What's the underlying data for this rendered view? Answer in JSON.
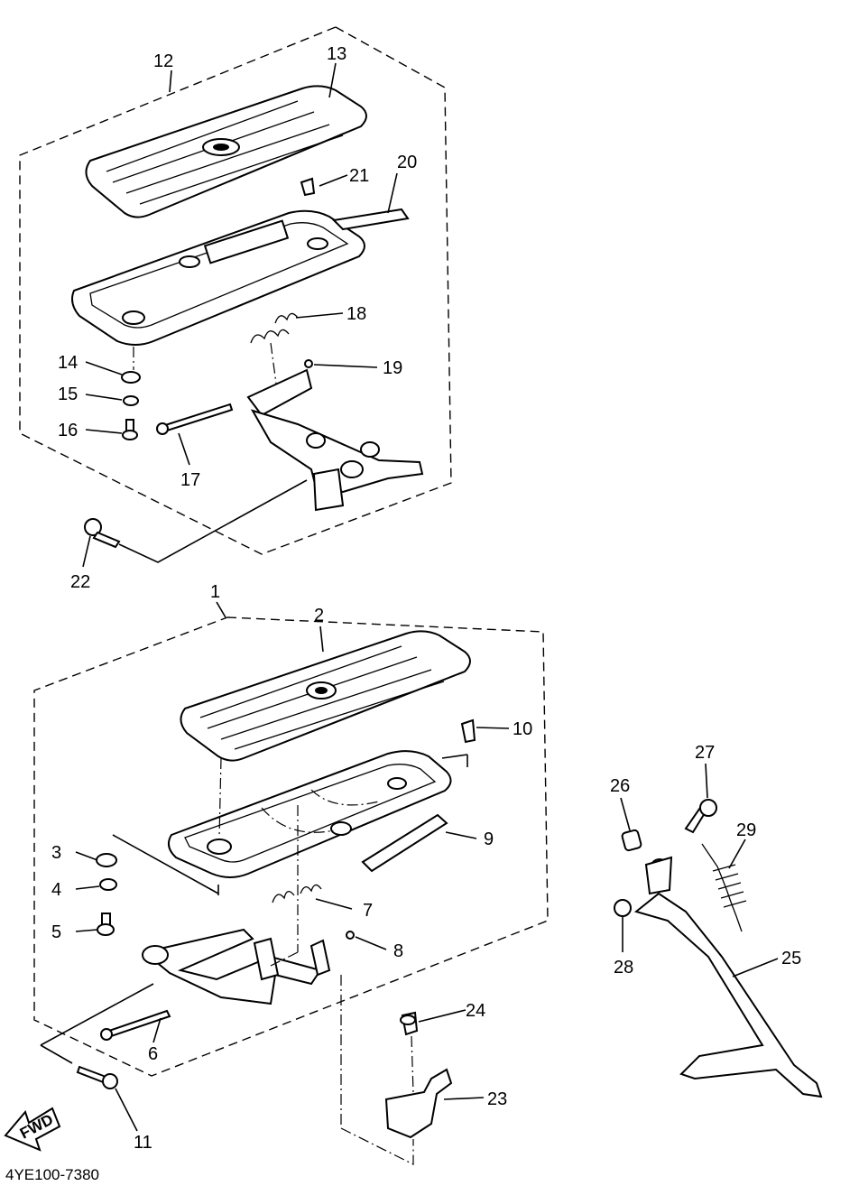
{
  "diagram": {
    "code": "4YE100-7380",
    "fwd": "FWD",
    "callouts": [
      "1",
      "2",
      "3",
      "4",
      "5",
      "6",
      "7",
      "8",
      "9",
      "10",
      "11",
      "12",
      "13",
      "14",
      "15",
      "16",
      "17",
      "18",
      "19",
      "20",
      "21",
      "22",
      "23",
      "24",
      "25",
      "26",
      "27",
      "28",
      "29"
    ]
  }
}
